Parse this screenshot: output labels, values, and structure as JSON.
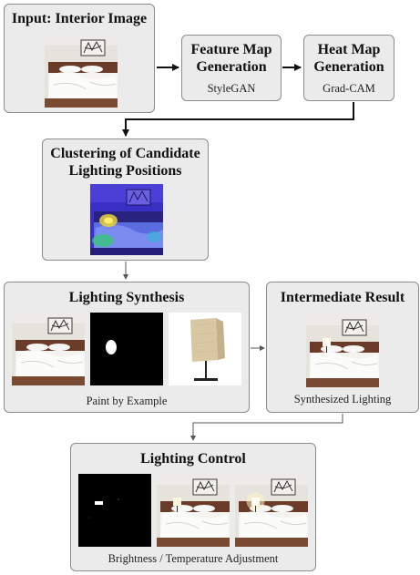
{
  "input_box": {
    "title": "Input: Interior Image"
  },
  "feature_box": {
    "title_line1": "Feature Map",
    "title_line2": "Generation",
    "subtitle": "StyleGAN"
  },
  "heatmap_box": {
    "title_line1": "Heat Map",
    "title_line2": "Generation",
    "subtitle": "Grad-CAM"
  },
  "clustering_box": {
    "title_line1": "Clustering of Candidate",
    "title_line2": "Lighting Positions"
  },
  "synthesis_box": {
    "title": "Lighting Synthesis",
    "subtitle": "Paint by Example"
  },
  "intermediate_box": {
    "title": "Intermediate Result",
    "subtitle": "Synthesized Lighting"
  },
  "control_box": {
    "title": "Lighting Control",
    "subtitle": "Brightness / Temperature Adjustment"
  },
  "colors": {
    "box_fill": "#ebebeb",
    "box_border": "#8c8c8c",
    "arrow": "#111111"
  }
}
